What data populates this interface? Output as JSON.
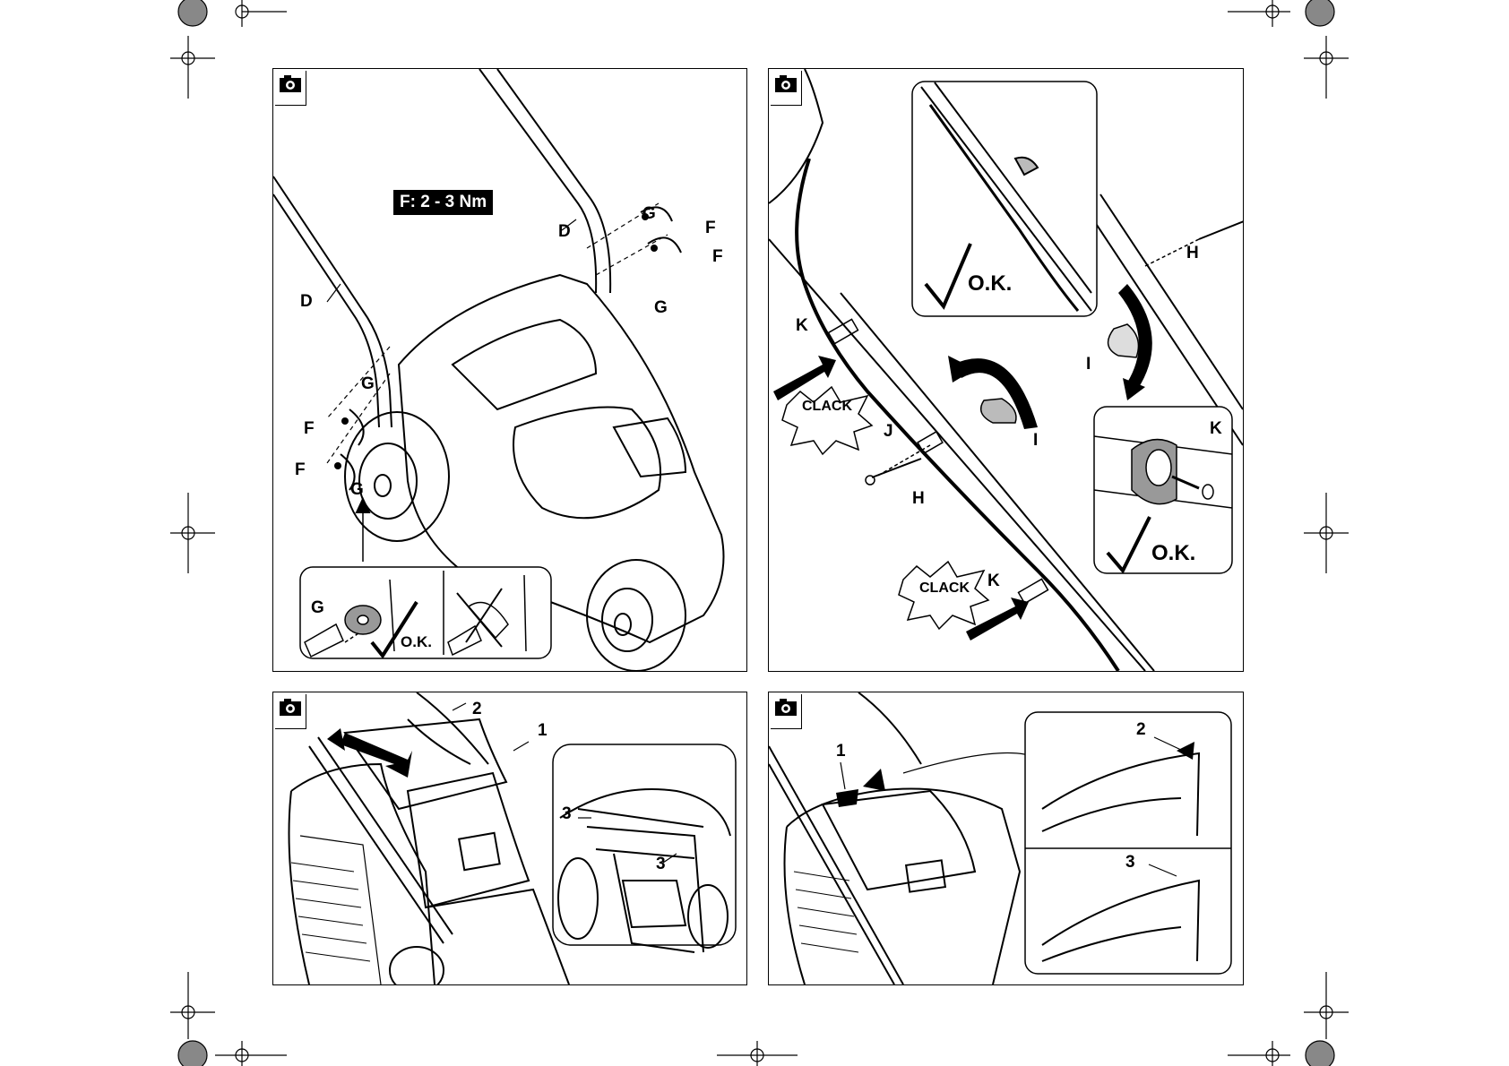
{
  "panel1": {
    "torque": "F: 2 - 3 Nm",
    "labels": {
      "d_left": "D",
      "d_right": "D",
      "g_top_right": "G",
      "g_bottom_right": "G",
      "f_upper_right": "F",
      "f_lower_right": "F",
      "g_upper_left": "G",
      "f_upper_left": "F",
      "f_lower_left": "F",
      "g_lower_left": "G",
      "g_inset": "G"
    },
    "ok": "O.K."
  },
  "panel2": {
    "labels": {
      "k_upper": "K",
      "k_lower": "K",
      "j": "J",
      "h_left": "H",
      "h_right": "H",
      "i_center": "I",
      "i_right": "I",
      "k_inset": "K"
    },
    "clack_upper": "CLACK",
    "clack_lower": "CLACK",
    "ok_top": "O.K.",
    "ok_bottom": "O.K."
  },
  "panel3": {
    "labels": {
      "n1": "1",
      "n2": "2",
      "n3_upper": "3",
      "n3_lower": "3"
    }
  },
  "panel4": {
    "labels": {
      "n1": "1",
      "n2": "2",
      "n3": "3"
    }
  }
}
